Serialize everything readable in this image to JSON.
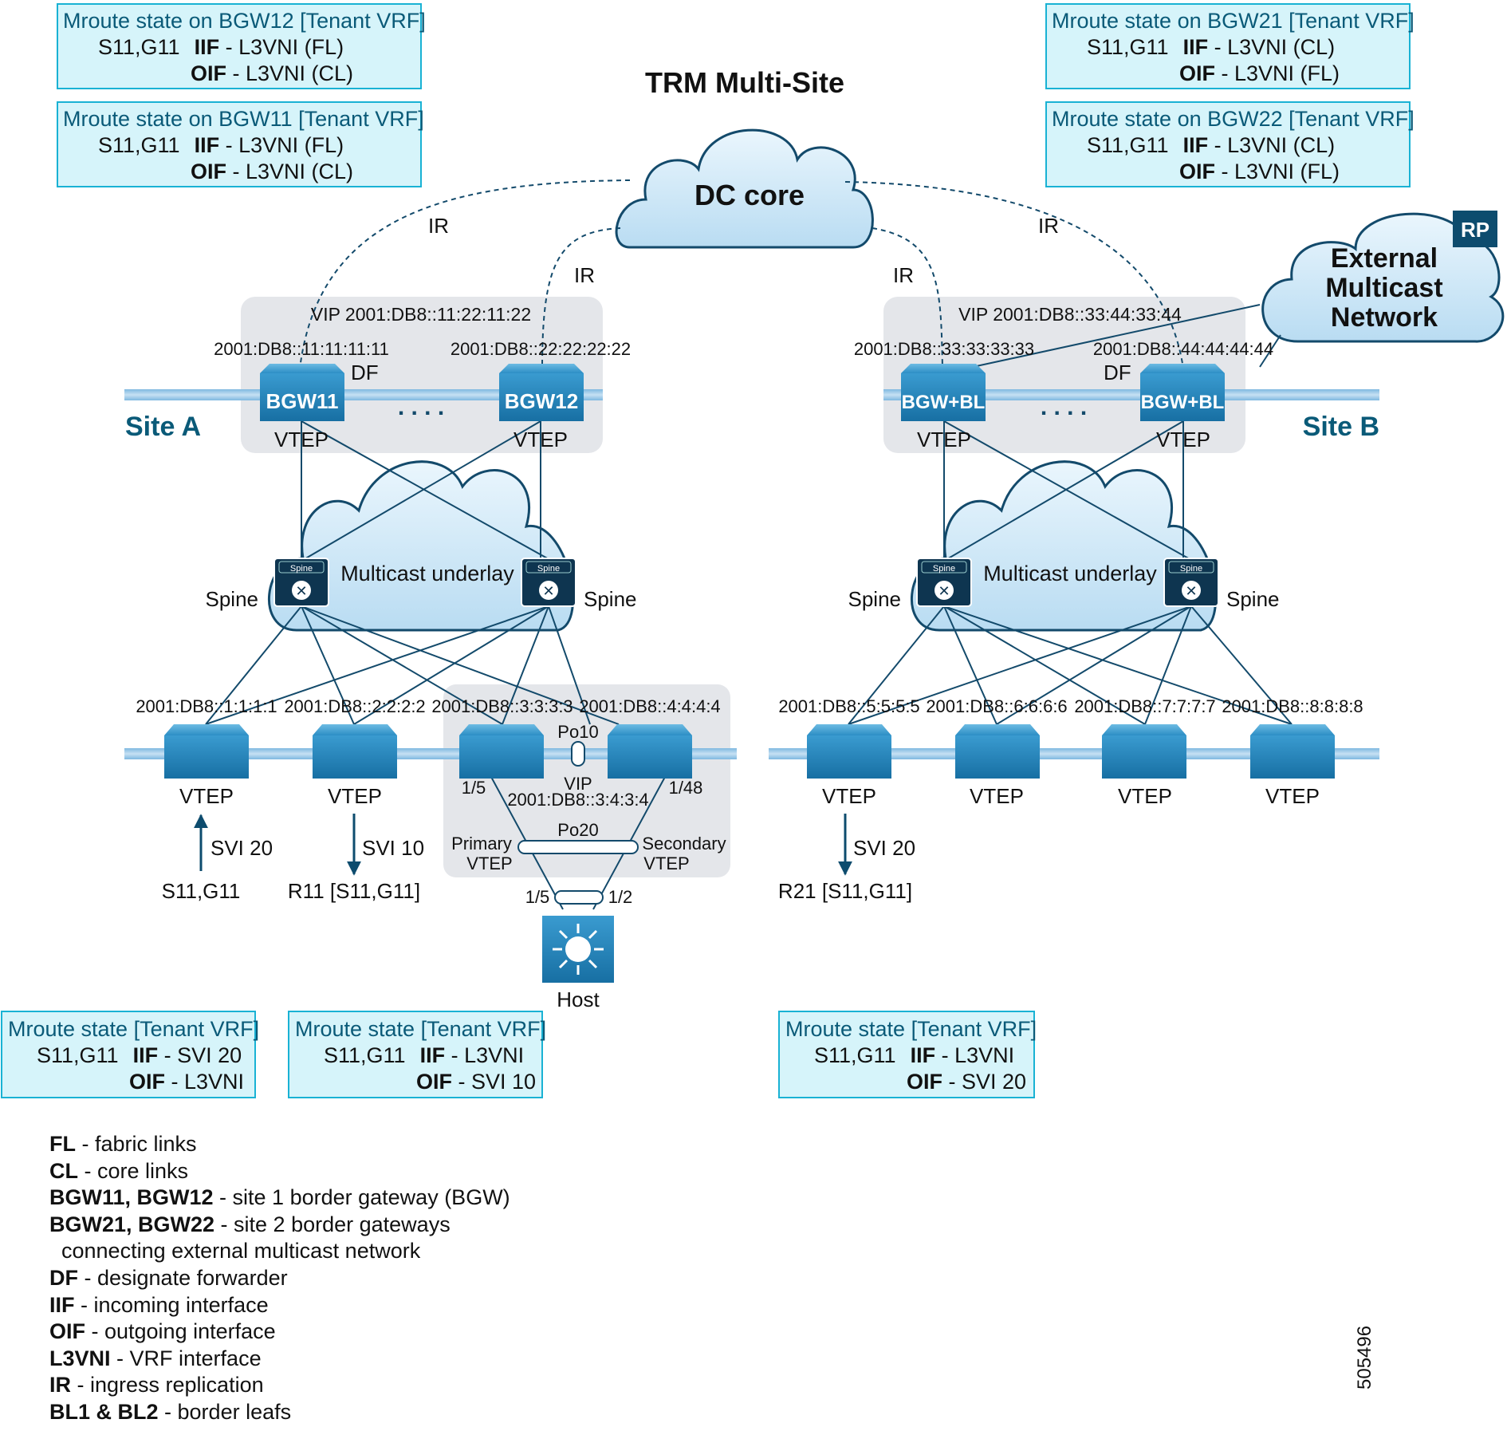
{
  "title": "TRM Multi-Site",
  "dc_core_label": "DC core",
  "external_network_label": [
    "External",
    "Multicast",
    "Network"
  ],
  "rp_badge": "RP",
  "ir_label": "IR",
  "site_a": {
    "name": "Site A",
    "vip": "VIP 2001:DB8::11:22:11:22",
    "bgw1": {
      "name": "BGW11",
      "addr": "2001:DB8::11:11:11:11",
      "role": "VTEP"
    },
    "bgw2": {
      "name": "BGW12",
      "addr": "2001:DB8::22:22:22:22",
      "role": "VTEP"
    },
    "df": "DF",
    "underlay": "Multicast underlay",
    "spine": "Spine",
    "spine_badge": "Spine",
    "leaves": [
      {
        "addr": "2001:DB8::1:1:1:1",
        "role": "VTEP"
      },
      {
        "addr": "2001:DB8::2:2:2:2",
        "role": "VTEP"
      },
      {
        "addr": "2001:DB8::3:3:3:3"
      },
      {
        "addr": "2001:DB8::4:4:4:4"
      }
    ],
    "vpc": {
      "po10": "Po10",
      "vip": "VIP",
      "vip_addr": "2001:DB8::3:4:3:4",
      "po20": "Po20",
      "port_left": "1/5",
      "port_right": "1/48",
      "primary": [
        "Primary",
        "VTEP"
      ],
      "secondary": [
        "Secondary",
        "VTEP"
      ],
      "host_port_left": "1/5",
      "host_port_right": "1/2",
      "host": "Host"
    },
    "svi_up": "SVI 20",
    "src": "S11,G11",
    "svi_down": "SVI 10",
    "rcv": "R11 [S11,G11]"
  },
  "site_b": {
    "name": "Site B",
    "vip": "VIP 2001:DB8::33:44:33:44",
    "bgw1": {
      "name": "BGW+BL",
      "addr": "2001:DB8::33:33:33:33",
      "role": "VTEP"
    },
    "bgw2": {
      "name": "BGW+BL",
      "addr": "2001:DB8::44:44:44:44",
      "role": "VTEP"
    },
    "df": "DF",
    "underlay": "Multicast underlay",
    "spine": "Spine",
    "spine_badge": "Spine",
    "leaves": [
      {
        "addr": "2001:DB8::5:5:5:5",
        "role": "VTEP"
      },
      {
        "addr": "2001:DB8::6:6:6:6",
        "role": "VTEP"
      },
      {
        "addr": "2001:DB8::7:7:7:7",
        "role": "VTEP"
      },
      {
        "addr": "2001:DB8::8:8:8:8",
        "role": "VTEP"
      }
    ],
    "svi_down": "SVI 20",
    "rcv": "R21 [S11,G11]"
  },
  "dots": ". . . .",
  "mroute_boxes": {
    "bgw12": {
      "title": "Mroute state on BGW12 [Tenant VRF]",
      "sg": "S11,G11",
      "iif_key": "IIF",
      "iif_val": " - L3VNI (FL)",
      "oif_key": "OIF",
      "oif_val": " - L3VNI (CL)"
    },
    "bgw11": {
      "title": "Mroute state on BGW11 [Tenant VRF]",
      "sg": "S11,G11",
      "iif_key": "IIF",
      "iif_val": " - L3VNI (FL)",
      "oif_key": "OIF",
      "oif_val": " - L3VNI (CL)"
    },
    "bgw21": {
      "title": "Mroute state on BGW21 [Tenant VRF]",
      "sg": "S11,G11",
      "iif_key": "IIF",
      "iif_val": " - L3VNI (CL)",
      "oif_key": "OIF",
      "oif_val": " - L3VNI (FL)"
    },
    "bgw22": {
      "title": "Mroute state on BGW22 [Tenant VRF]",
      "sg": "S11,G11",
      "iif_key": "IIF",
      "iif_val": " - L3VNI (CL)",
      "oif_key": "OIF",
      "oif_val": " - L3VNI (FL)"
    },
    "leaf1": {
      "title": "Mroute state [Tenant VRF]",
      "sg": "S11,G11",
      "iif_key": "IIF",
      "iif_val": " - SVI 20",
      "oif_key": "OIF",
      "oif_val": " - L3VNI"
    },
    "leaf2": {
      "title": "Mroute state [Tenant VRF]",
      "sg": "S11,G11",
      "iif_key": "IIF",
      "iif_val": " - L3VNI",
      "oif_key": "OIF",
      "oif_val": " - SVI 10"
    },
    "leaf5": {
      "title": "Mroute state [Tenant VRF]",
      "sg": "S11,G11",
      "iif_key": "IIF",
      "iif_val": " - L3VNI",
      "oif_key": "OIF",
      "oif_val": " - SVI 20"
    }
  },
  "legend": [
    {
      "key": "FL",
      "text": " - fabric links"
    },
    {
      "key": "CL",
      "text": " - core links"
    },
    {
      "key": "BGW11, BGW12",
      "text": " - site 1 border gateway (BGW)"
    },
    {
      "key": "BGW21, BGW22",
      "text": " - site 2 border gateways"
    },
    {
      "key": "",
      "text": "  connecting external multicast network"
    },
    {
      "key": "DF",
      "text": " - designate forwarder"
    },
    {
      "key": "IIF",
      "text": " - incoming interface"
    },
    {
      "key": "OIF",
      "text": " - outgoing interface"
    },
    {
      "key": "L3VNI",
      "text": " - VRF interface"
    },
    {
      "key": "IR",
      "text": " - ingress replication"
    },
    {
      "key": "BL1 & BL2",
      "text": " - border leafs"
    }
  ],
  "figure_id": "505496",
  "colors": {
    "box_fill": "#d6f4fa",
    "box_border": "#19b2d4",
    "title_blue": "#0a5a78",
    "switch": "#1f82b5",
    "cloud": "#c9e6f6"
  }
}
